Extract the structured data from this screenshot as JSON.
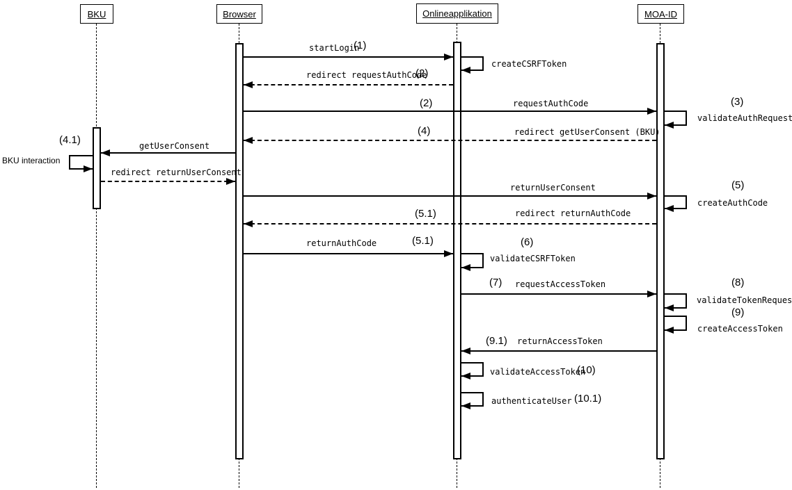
{
  "actors": {
    "bku": {
      "label": "BKU"
    },
    "browser": {
      "label": "Browser"
    },
    "onlineapp": {
      "label": "Onlineapplikation"
    },
    "moaid": {
      "label": "MOA-ID"
    }
  },
  "messages": {
    "start_login": {
      "label": "startLogin",
      "num": "(1)"
    },
    "create_csrf_token": {
      "label": "createCSRFToken"
    },
    "redirect_request_auth_code": {
      "label": "redirect requestAuthCode",
      "num": "(2)"
    },
    "request_auth_code": {
      "label": "requestAuthCode",
      "num": "(2)"
    },
    "validate_auth_request": {
      "label": "validateAuthRequest",
      "num": "(3)"
    },
    "redirect_get_user_consent": {
      "label": "redirect getUserConsent (BKU)",
      "num": "(4)"
    },
    "get_user_consent": {
      "label": "getUserConsent",
      "num": "(4.1)"
    },
    "bku_interaction": {
      "label": "BKU interaction"
    },
    "redirect_return_user_consent": {
      "label": "redirect returnUserConsent"
    },
    "return_user_consent": {
      "label": "returnUserConsent"
    },
    "create_auth_code": {
      "label": "createAuthCode",
      "num": "(5)"
    },
    "redirect_return_auth_code": {
      "label": "redirect returnAuthCode",
      "num": "(5.1)"
    },
    "return_auth_code": {
      "label": "returnAuthCode",
      "num": "(5.1)"
    },
    "validate_csrf_token": {
      "label": "validateCSRFToken",
      "num": "(6)"
    },
    "request_access_token": {
      "label": "requestAccessToken",
      "num": "(7)"
    },
    "validate_token_request": {
      "label": "validateTokenRequest",
      "num": "(8)"
    },
    "create_access_token": {
      "label": "createAccessToken",
      "num": "(9)"
    },
    "return_access_token": {
      "label": "returnAccessToken",
      "num": "(9.1)"
    },
    "validate_access_token": {
      "label": "validateAccessToken",
      "num": "(10)"
    },
    "authenticate_user": {
      "label": "authenticateUser",
      "num": "(10.1)"
    }
  }
}
